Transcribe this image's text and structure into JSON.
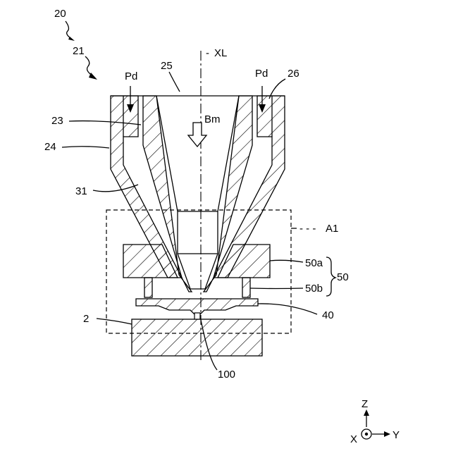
{
  "labels": {
    "ref20": "20",
    "ref21": "21",
    "ref23": "23",
    "ref24": "24",
    "ref25": "25",
    "ref26": "26",
    "ref31": "31",
    "ref2": "2",
    "ref40": "40",
    "ref100": "100",
    "ref50": "50",
    "ref50a": "50a",
    "ref50b": "50b",
    "refA1": "A1",
    "pd_left": "Pd",
    "pd_right": "Pd",
    "bm": "Bm",
    "axis_xl": "XL",
    "axis_z": "Z",
    "axis_x": "X",
    "axis_y": "Y"
  }
}
